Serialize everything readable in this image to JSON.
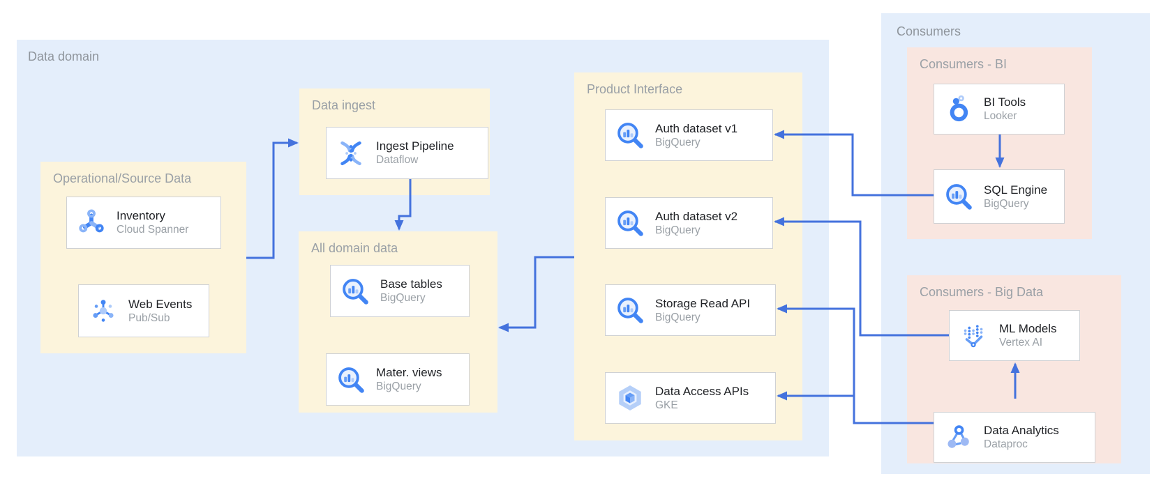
{
  "data_domain": {
    "label": "Data domain",
    "groups": {
      "operational": {
        "label": "Operational/Source Data",
        "cards": [
          {
            "title": "Inventory",
            "subtitle": "Cloud Spanner",
            "icon": "cloud-spanner-icon"
          },
          {
            "title": "Web Events",
            "subtitle": "Pub/Sub",
            "icon": "pubsub-icon"
          }
        ]
      },
      "data_ingest": {
        "label": "Data ingest",
        "cards": [
          {
            "title": "Ingest Pipeline",
            "subtitle": "Dataflow",
            "icon": "dataflow-icon"
          }
        ]
      },
      "all_domain_data": {
        "label": "All domain data",
        "cards": [
          {
            "title": "Base tables",
            "subtitle": "BigQuery",
            "icon": "bigquery-icon"
          },
          {
            "title": "Mater. views",
            "subtitle": "BigQuery",
            "icon": "bigquery-icon"
          }
        ]
      },
      "product_interface": {
        "label": "Product Interface",
        "cards": [
          {
            "title": "Auth dataset v1",
            "subtitle": "BigQuery",
            "icon": "bigquery-icon"
          },
          {
            "title": "Auth dataset v2",
            "subtitle": "BigQuery",
            "icon": "bigquery-icon"
          },
          {
            "title": "Storage Read API",
            "subtitle": "BigQuery",
            "icon": "bigquery-icon"
          },
          {
            "title": "Data Access APIs",
            "subtitle": "GKE",
            "icon": "gke-icon"
          }
        ]
      }
    }
  },
  "consumers": {
    "label": "Consumers",
    "groups": {
      "bi": {
        "label": "Consumers - BI",
        "cards": [
          {
            "title": "BI Tools",
            "subtitle": "Looker",
            "icon": "looker-icon"
          },
          {
            "title": "SQL Engine",
            "subtitle": "BigQuery",
            "icon": "bigquery-icon"
          }
        ]
      },
      "big_data": {
        "label": "Consumers - Big Data",
        "cards": [
          {
            "title": "ML Models",
            "subtitle": "Vertex AI",
            "icon": "vertex-ai-icon"
          },
          {
            "title": "Data Analytics",
            "subtitle": "Dataproc",
            "icon": "dataproc-icon"
          }
        ]
      }
    }
  },
  "edges": [
    {
      "from": "operational-source-data",
      "to": "ingest-pipeline"
    },
    {
      "from": "ingest-pipeline",
      "to": "all-domain-data"
    },
    {
      "from": "product-interface",
      "to": "all-domain-data"
    },
    {
      "from": "sql-engine",
      "to": "auth-dataset-v1"
    },
    {
      "from": "ml-models",
      "to": "auth-dataset-v2"
    },
    {
      "from": "data-analytics",
      "to": "storage-read-api"
    },
    {
      "from": "data-analytics",
      "to": "data-access-apis"
    },
    {
      "from": "bi-tools",
      "to": "sql-engine"
    },
    {
      "from": "data-analytics",
      "to": "ml-models"
    }
  ],
  "colors": {
    "domain_container_bg": "#e4eefb",
    "domain_group_bg": "#fcf4dc",
    "consumer_group_bg": "#f9e6e0",
    "arrow": "#4472dd",
    "card_bg": "#ffffff",
    "card_border": "#cfd1d4",
    "title_text": "#1f2125",
    "muted_text": "#9aa0a6",
    "icon_blue": "#4285f4",
    "icon_blue_light": "#8ab4f8"
  }
}
